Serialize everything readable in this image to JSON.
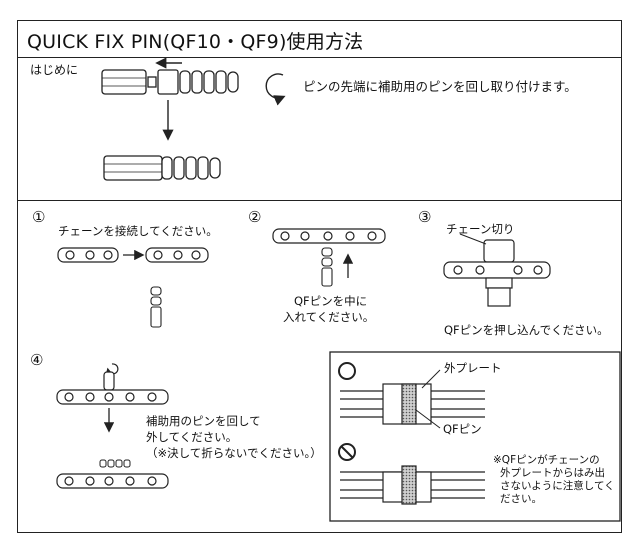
{
  "title": "QUICK FIX PIN(QF10・QF9)使用方法",
  "intro": {
    "label": "はじめに",
    "text": "ピンの先端に補助用のピンを回し取り付けます。"
  },
  "steps": [
    {
      "number": "①",
      "text": "チェーンを接続してください。"
    },
    {
      "number": "②",
      "text_line1": "QFピンを中に",
      "text_line2": "入れてください。"
    },
    {
      "number": "③",
      "callout": "チェーン切り",
      "text": "QFピンを押し込んでください。"
    },
    {
      "number": "④",
      "text_line1": "補助用のピンを回して",
      "text_line2": "外してください。",
      "text_line3": "（※決して折らないでください。）"
    }
  ],
  "inset": {
    "label_outer_plate": "外プレート",
    "label_qf_pin": "QFピン",
    "note_line1": "※QFピンがチェーンの",
    "note_line2": "外プレートからはみ出",
    "note_line3": "さないように注意してく",
    "note_line4": "ださい。"
  }
}
